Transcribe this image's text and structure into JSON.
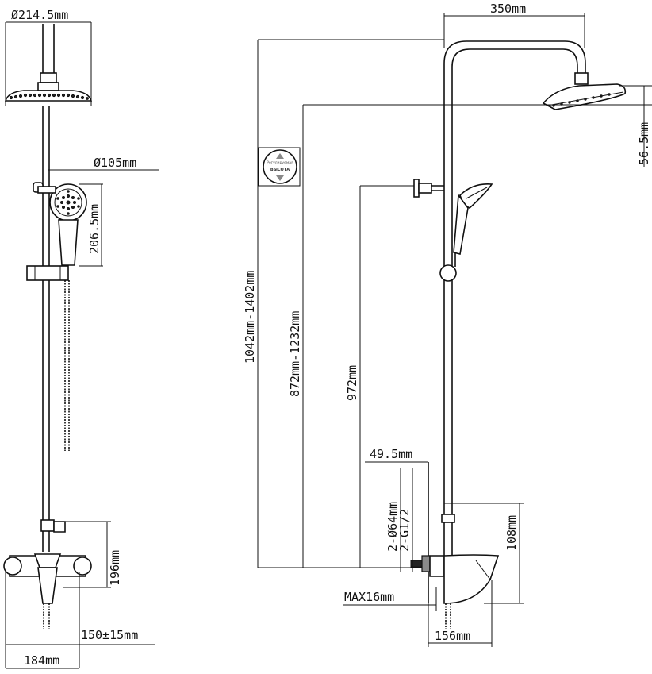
{
  "dimensions": {
    "head_diameter": "Ø214.5mm",
    "hand_diameter": "Ø105mm",
    "hand_length": "206.5mm",
    "mixer_height": "196mm",
    "inlet_spacing": "150±15mm",
    "mixer_width": "184mm",
    "arm_length": "350mm",
    "head_drop": "56.5mm",
    "total_height": "1042mm-1402mm",
    "head_height": "872mm-1232mm",
    "holder_height": "972mm",
    "wall_offset": "49.5mm",
    "flange": "2-Ø64mm",
    "thread": "2-G1/2",
    "max_depth": "MAX16mm",
    "spout_height": "108mm",
    "spout_length": "156mm"
  },
  "badge": {
    "line1": "Регулируемая",
    "line2": "ВЫСОТА"
  },
  "colors": {
    "line": "#111111",
    "background": "#ffffff"
  }
}
